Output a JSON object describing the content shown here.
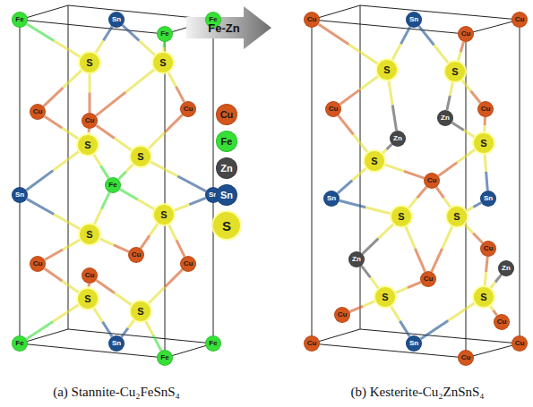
{
  "diagram": {
    "nodes": [
      {
        "text": [
          "Fe"
        ]
      },
      {
        "text": [
          "Sn"
        ]
      },
      {
        "text": [
          "Fe"
        ]
      },
      {
        "text": [
          "Fe"
        ]
      },
      {
        "text": [
          "S"
        ]
      },
      {
        "text": [
          "S"
        ]
      },
      {
        "text": [
          "Cu"
        ]
      },
      {
        "text": [
          "Cu"
        ]
      },
      {
        "text": [
          "Cu"
        ]
      },
      {
        "text": [
          "S"
        ]
      },
      {
        "text": [
          "S"
        ]
      },
      {
        "text": [
          "Fe"
        ]
      },
      {
        "text": [
          "Sn"
        ]
      },
      {
        "text": [
          "Sn"
        ]
      },
      {
        "text": [
          "S"
        ]
      },
      {
        "text": [
          "S"
        ]
      },
      {
        "text": [
          "Cu"
        ]
      },
      {
        "text": [
          "Cu"
        ]
      },
      {
        "text": [
          "Cu"
        ]
      },
      {
        "text": [
          "Cu"
        ]
      },
      {
        "text": [
          "S"
        ]
      },
      {
        "text": [
          "S"
        ]
      },
      {
        "text": [
          "Fe"
        ]
      },
      {
        "text": [
          "Sn"
        ]
      },
      {
        "text": [
          "Fe"
        ]
      },
      {
        "text": [
          "Fe"
        ]
      },
      {
        "text": [
          "Cu"
        ]
      },
      {
        "text": [
          "Sn"
        ]
      },
      {
        "text": [
          "Cu"
        ]
      },
      {
        "text": [
          "Cu"
        ]
      },
      {
        "text": [
          "S"
        ]
      },
      {
        "text": [
          "S"
        ]
      },
      {
        "text": [
          "Cu"
        ]
      },
      {
        "text": [
          "Cu"
        ]
      },
      {
        "text": [
          "Zn"
        ]
      },
      {
        "text": [
          "S"
        ]
      },
      {
        "text": [
          "Zn"
        ]
      },
      {
        "text": [
          "S"
        ]
      },
      {
        "text": [
          "Cu"
        ]
      },
      {
        "text": [
          "Sn"
        ]
      },
      {
        "text": [
          "Sn"
        ]
      },
      {
        "text": [
          "S"
        ]
      },
      {
        "text": [
          "S"
        ]
      },
      {
        "text": [
          "Cu"
        ]
      },
      {
        "text": [
          "Zn"
        ]
      },
      {
        "text": [
          "Zn"
        ]
      },
      {
        "text": [
          "Cu"
        ]
      },
      {
        "text": [
          "S"
        ]
      },
      {
        "text": [
          "S"
        ]
      },
      {
        "text": [
          "Cu"
        ]
      },
      {
        "text": [
          "Cu"
        ]
      },
      {
        "text": [
          "Cu"
        ]
      },
      {
        "text": [
          "Sn"
        ]
      },
      {
        "text": [
          "Cu"
        ]
      },
      {
        "text": [
          "Cu"
        ]
      }
    ],
    "edges": [
      {
        "from": 4,
        "to": 1,
        "arrow": "none"
      },
      {
        "from": 4,
        "to": 6,
        "arrow": "none"
      },
      {
        "from": 4,
        "to": 7,
        "arrow": "none"
      },
      {
        "from": 4,
        "to": 0,
        "arrow": "none"
      },
      {
        "from": 5,
        "to": 1,
        "arrow": "none"
      },
      {
        "from": 5,
        "to": 8,
        "arrow": "none"
      },
      {
        "from": 5,
        "to": 7,
        "arrow": "none"
      },
      {
        "from": 5,
        "to": 2,
        "arrow": "none"
      },
      {
        "from": 9,
        "to": 7,
        "arrow": "none"
      },
      {
        "from": 9,
        "to": 6,
        "arrow": "none"
      },
      {
        "from": 9,
        "to": 11,
        "arrow": "none"
      },
      {
        "from": 9,
        "to": 12,
        "arrow": "none"
      },
      {
        "from": 10,
        "to": 8,
        "arrow": "none"
      },
      {
        "from": 10,
        "to": 7,
        "arrow": "none"
      },
      {
        "from": 10,
        "to": 11,
        "arrow": "none"
      },
      {
        "from": 10,
        "to": 13,
        "arrow": "none"
      },
      {
        "from": 14,
        "to": 11,
        "arrow": "none"
      },
      {
        "from": 14,
        "to": 13,
        "arrow": "none"
      },
      {
        "from": 14,
        "to": 17,
        "arrow": "none"
      },
      {
        "from": 14,
        "to": 19,
        "arrow": "none"
      },
      {
        "from": 15,
        "to": 11,
        "arrow": "none"
      },
      {
        "from": 15,
        "to": 12,
        "arrow": "none"
      },
      {
        "from": 15,
        "to": 16,
        "arrow": "none"
      },
      {
        "from": 15,
        "to": 17,
        "arrow": "none"
      },
      {
        "from": 20,
        "to": 16,
        "arrow": "none"
      },
      {
        "from": 20,
        "to": 18,
        "arrow": "none"
      },
      {
        "from": 20,
        "to": 22,
        "arrow": "none"
      },
      {
        "from": 20,
        "to": 23,
        "arrow": "none"
      },
      {
        "from": 21,
        "to": 18,
        "arrow": "none"
      },
      {
        "from": 21,
        "to": 19,
        "arrow": "none"
      },
      {
        "from": 21,
        "to": 23,
        "arrow": "none"
      },
      {
        "from": 21,
        "to": 24,
        "arrow": "none"
      },
      {
        "from": 30,
        "to": 27,
        "arrow": "none"
      },
      {
        "from": 30,
        "to": 32,
        "arrow": "none"
      },
      {
        "from": 30,
        "to": 36,
        "arrow": "none"
      },
      {
        "from": 30,
        "to": 26,
        "arrow": "none"
      },
      {
        "from": 31,
        "to": 27,
        "arrow": "none"
      },
      {
        "from": 31,
        "to": 34,
        "arrow": "none"
      },
      {
        "from": 31,
        "to": 33,
        "arrow": "none"
      },
      {
        "from": 31,
        "to": 28,
        "arrow": "none"
      },
      {
        "from": 35,
        "to": 33,
        "arrow": "none"
      },
      {
        "from": 35,
        "to": 34,
        "arrow": "none"
      },
      {
        "from": 35,
        "to": 38,
        "arrow": "none"
      },
      {
        "from": 35,
        "to": 40,
        "arrow": "none"
      },
      {
        "from": 37,
        "to": 32,
        "arrow": "none"
      },
      {
        "from": 37,
        "to": 36,
        "arrow": "none"
      },
      {
        "from": 37,
        "to": 38,
        "arrow": "none"
      },
      {
        "from": 37,
        "to": 39,
        "arrow": "none"
      },
      {
        "from": 41,
        "to": 38,
        "arrow": "none"
      },
      {
        "from": 41,
        "to": 39,
        "arrow": "none"
      },
      {
        "from": 41,
        "to": 44,
        "arrow": "none"
      },
      {
        "from": 41,
        "to": 46,
        "arrow": "none"
      },
      {
        "from": 42,
        "to": 38,
        "arrow": "none"
      },
      {
        "from": 42,
        "to": 40,
        "arrow": "none"
      },
      {
        "from": 42,
        "to": 43,
        "arrow": "none"
      },
      {
        "from": 42,
        "to": 46,
        "arrow": "none"
      },
      {
        "from": 47,
        "to": 46,
        "arrow": "none"
      },
      {
        "from": 47,
        "to": 44,
        "arrow": "none"
      },
      {
        "from": 47,
        "to": 49,
        "arrow": "none"
      },
      {
        "from": 47,
        "to": 52,
        "arrow": "none"
      },
      {
        "from": 48,
        "to": 43,
        "arrow": "none"
      },
      {
        "from": 48,
        "to": 45,
        "arrow": "none"
      },
      {
        "from": 48,
        "to": 50,
        "arrow": "none"
      },
      {
        "from": 48,
        "to": 52,
        "arrow": "none"
      }
    ],
    "labels": [
      "Fe-Zn",
      "(a) Stannite-Cu₂FeSnS₄",
      "(b) Kesterite-Cu₂ZnSnS₄"
    ],
    "legend": [
      {
        "text": "Cu",
        "color": "#d4561c"
      },
      {
        "text": "Fe",
        "color": "#36e036"
      },
      {
        "text": "Zn",
        "color": "#474747"
      },
      {
        "text": "Sn",
        "color": "#1d4f8e"
      },
      {
        "text": "S",
        "color": "#e4e02a"
      }
    ]
  }
}
